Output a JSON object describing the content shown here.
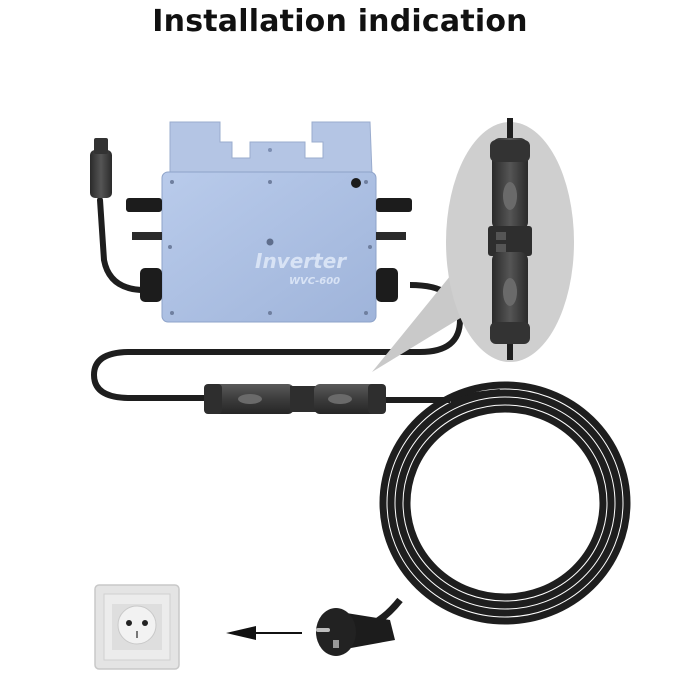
{
  "title": "Installation indication",
  "inverter": {
    "label": "Inverter",
    "model": "WVC-600",
    "body_color": "#a9bde0",
    "bracket_color": "#b4c5e4"
  },
  "components": {
    "ac_cable_connector": "inline waterproof AC connector",
    "zoom_callout": "connector detail view",
    "coiled_cable": "AC output cable",
    "plug": "Schuko plug",
    "socket": "wall socket"
  },
  "colors": {
    "cable": "#1e1e1e",
    "connector": "#4a4a4a",
    "callout_bg": "#cfcfcf",
    "socket_frame": "#e6e6e6",
    "arrow": "#111111"
  }
}
